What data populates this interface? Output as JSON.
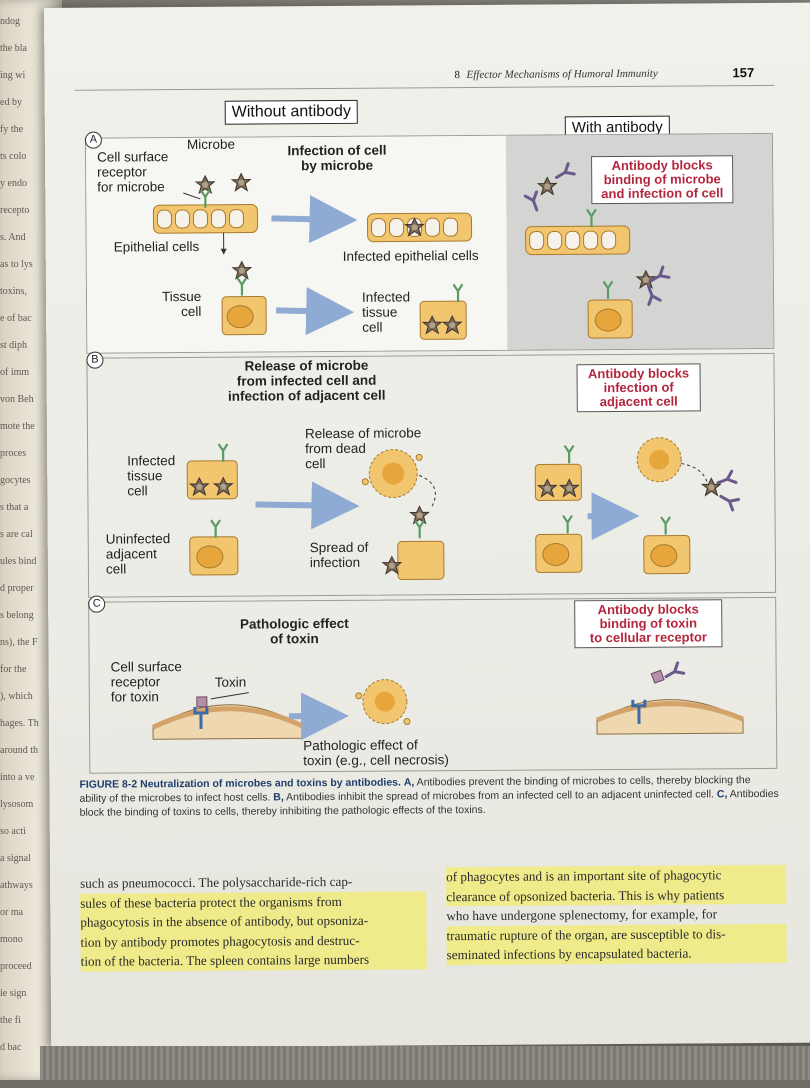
{
  "left_page_fragments": [
    "ndog",
    "the bla",
    "ing wi",
    "ed by",
    "fy the",
    "ts colo",
    "y endo",
    "recepto",
    "s. And",
    "as to lys",
    "toxins,",
    "e of bac",
    "st diph",
    "of imm",
    "von Beh",
    "mote the",
    "proces",
    "gocytes",
    "s that a",
    "s are cal",
    "ules bind",
    "d proper",
    "s belong",
    "ns), the F",
    "for the",
    "), which",
    "hages. Th",
    "around th",
    "into a ve",
    "lysosom",
    "so acti",
    "a signal",
    "athways",
    "or ma",
    "mono",
    "proceed",
    "ie sign",
    "the fi",
    "d bac"
  ],
  "header": {
    "chapter_number": "8",
    "running_head": "Effector Mechanisms of Humoral Immunity",
    "page_number": "157"
  },
  "figure": {
    "headers": {
      "without": "Without antibody",
      "with": "With antibody"
    },
    "panel_a": {
      "letter": "A",
      "title": "Infection of cell by microbe",
      "title_lines": [
        "Infection of cell",
        "by microbe"
      ],
      "microbe_label": "Microbe",
      "receptor_label": [
        "Cell surface",
        "receptor",
        "for microbe"
      ],
      "epithelial_label": "Epithelial cells",
      "infected_epithelial_label": "Infected epithelial cells",
      "tissue_label": [
        "Tissue",
        "cell"
      ],
      "infected_tissue_label": [
        "Infected",
        "tissue",
        "cell"
      ],
      "right_caption": [
        "Antibody blocks",
        "binding of microbe",
        "and infection of cell"
      ]
    },
    "panel_b": {
      "letter": "B",
      "title_lines": [
        "Release of microbe",
        "from infected cell and",
        "infection of adjacent cell"
      ],
      "infected_label": [
        "Infected",
        "tissue",
        "cell"
      ],
      "uninfected_label": [
        "Uninfected",
        "adjacent",
        "cell"
      ],
      "release_label": [
        "Release of microbe",
        "from dead",
        "cell"
      ],
      "spread_label": [
        "Spread of",
        "infection"
      ],
      "right_caption": [
        "Antibody blocks",
        "infection of",
        "adjacent cell"
      ]
    },
    "panel_c": {
      "letter": "C",
      "title_lines": [
        "Pathologic effect",
        "of toxin"
      ],
      "receptor_label": [
        "Cell surface",
        "receptor",
        "for toxin"
      ],
      "toxin_label": "Toxin",
      "effect_label": [
        "Pathologic effect of",
        "toxin (e.g., cell necrosis)"
      ],
      "right_caption": [
        "Antibody blocks",
        "binding of toxin",
        "to cellular receptor"
      ]
    }
  },
  "caption": {
    "figure_label": "FIGURE 8-2",
    "title": "Neutralization of microbes and toxins by antibodies.",
    "a_letter": "A,",
    "a_text": "Antibodies prevent the binding of microbes to cells, thereby blocking the ability of the microbes to infect host cells.",
    "b_letter": "B,",
    "b_text": "Antibodies inhibit the spread of microbes from an infected cell to an adjacent uninfected cell.",
    "c_letter": "C,",
    "c_text": "Antibodies block the binding of toxins to cells, thereby inhibiting the pathologic effects of the toxins."
  },
  "body_text": {
    "left_column": [
      "such as pneumococci. The polysaccharide-rich cap-",
      "sules of these bacteria protect the organisms from",
      "phagocytosis in the absence of antibody, but opsoniza-",
      "tion by antibody promotes phagocytosis and destruc-",
      "tion of the bacteria. The spleen contains large numbers"
    ],
    "right_column": [
      "of phagocytes and is an important site of phagocytic",
      "clearance of opsonized bacteria. This is why patients",
      "who have undergone splenectomy, for example, for",
      "traumatic rupture of the organ, are susceptible to dis-",
      "seminated infections by encapsulated bacteria."
    ]
  },
  "colors": {
    "caption_red": "#b3263e",
    "caption_blue": "#1f3e6c",
    "cell_fill": "#f2c56f",
    "nucleus_fill": "#e7a63c",
    "arrow_blue": "#8faad3",
    "antibody_purple": "#6a5a8c",
    "receptor_green": "#5c9a63",
    "highlight": "#f2ec6e"
  }
}
